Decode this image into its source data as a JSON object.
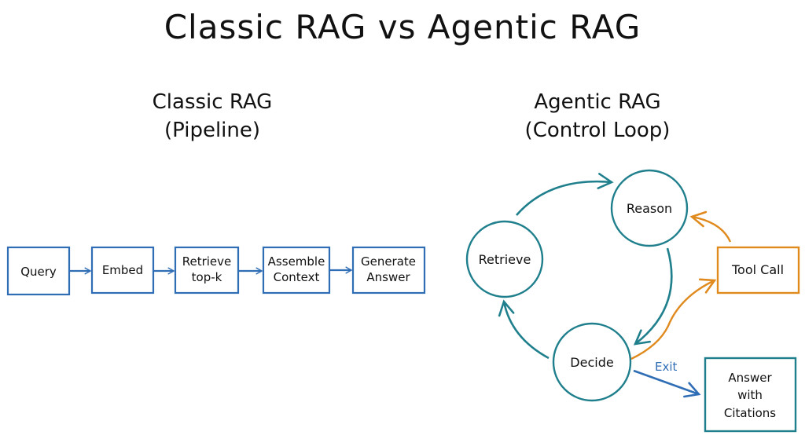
{
  "title": "Classic RAG vs Agentic RAG",
  "colors": {
    "pipeline_blue": "#2f6db5",
    "loop_teal": "#1f7f8c",
    "tool_orange": "#e08a1e",
    "text": "#111111"
  },
  "classic": {
    "heading": "Classic RAG",
    "subheading": "(Pipeline)",
    "steps": [
      {
        "lines": [
          "Query"
        ]
      },
      {
        "lines": [
          "Embed"
        ]
      },
      {
        "lines": [
          "Retrieve",
          "top-k"
        ]
      },
      {
        "lines": [
          "Assemble",
          "Context"
        ]
      },
      {
        "lines": [
          "Generate",
          "Answer"
        ]
      }
    ]
  },
  "agentic": {
    "heading": "Agentic RAG",
    "subheading": "(Control Loop)",
    "nodes": {
      "retrieve": "Retrieve",
      "reason": "Reason",
      "decide": "Decide",
      "tool_call": "Tool Call",
      "answer": [
        "Answer",
        "with",
        "Citations"
      ]
    },
    "edges": [
      {
        "from": "Retrieve",
        "to": "Reason",
        "color": "teal"
      },
      {
        "from": "Reason",
        "to": "Decide",
        "color": "teal"
      },
      {
        "from": "Decide",
        "to": "Retrieve",
        "color": "teal"
      },
      {
        "from": "Decide",
        "to": "Tool Call",
        "color": "orange"
      },
      {
        "from": "Tool Call",
        "to": "Reason",
        "color": "orange"
      },
      {
        "from": "Decide",
        "to": "Answer with Citations",
        "color": "blue",
        "label": "Exit"
      }
    ]
  }
}
